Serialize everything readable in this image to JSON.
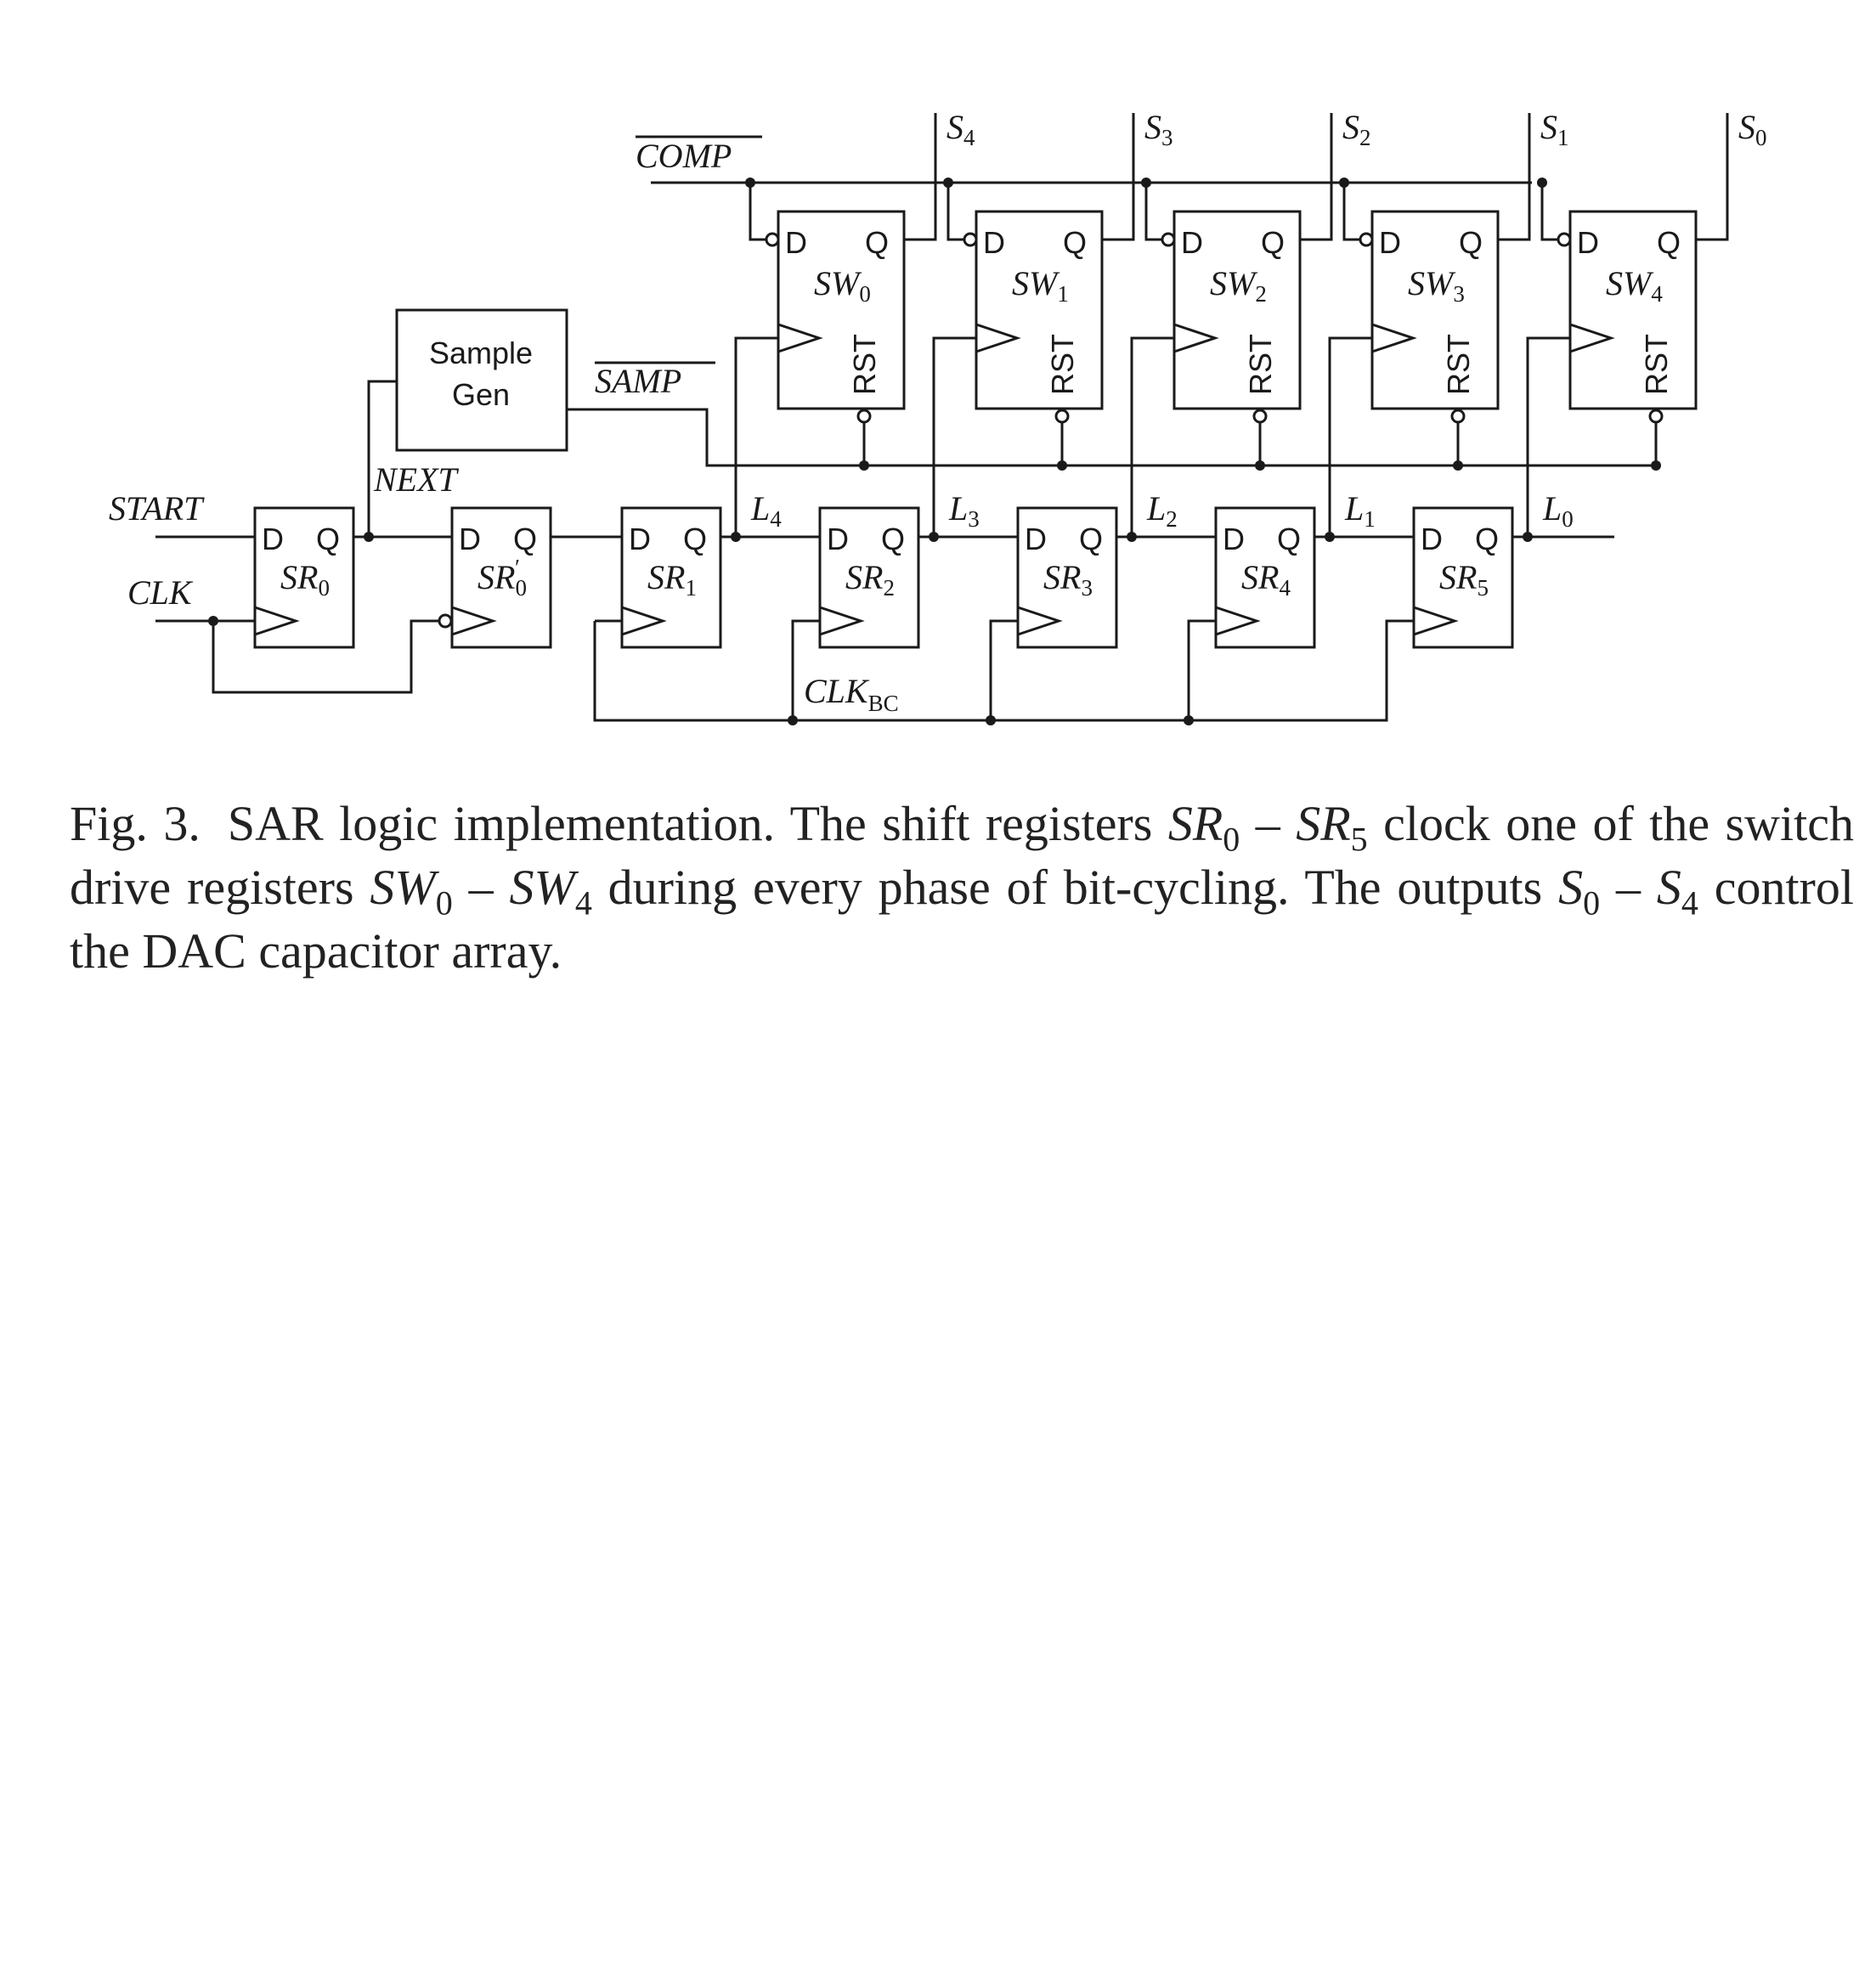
{
  "diagram": {
    "inputs": {
      "start": "START",
      "clk": "CLK",
      "comp_bar": "COMP"
    },
    "sample_gen": {
      "line1": "Sample",
      "line2": "Gen"
    },
    "signals": {
      "samp_bar": "SAMP",
      "next": "NEXT",
      "clk_bc_main": "CLK",
      "clk_bc_sub": "BC"
    },
    "pin_labels": {
      "d": "D",
      "q": "Q",
      "rst": "RST"
    },
    "shift_registers": [
      {
        "main": "SR",
        "sub": "0",
        "prime": false
      },
      {
        "main": "SR",
        "sub": "0",
        "prime": true
      },
      {
        "main": "SR",
        "sub": "1",
        "prime": false
      },
      {
        "main": "SR",
        "sub": "2",
        "prime": false
      },
      {
        "main": "SR",
        "sub": "3",
        "prime": false
      },
      {
        "main": "SR",
        "sub": "4",
        "prime": false
      },
      {
        "main": "SR",
        "sub": "5",
        "prime": false
      }
    ],
    "switch_registers": [
      {
        "main": "SW",
        "sub": "0"
      },
      {
        "main": "SW",
        "sub": "1"
      },
      {
        "main": "SW",
        "sub": "2"
      },
      {
        "main": "SW",
        "sub": "3"
      },
      {
        "main": "SW",
        "sub": "4"
      }
    ],
    "outputs": [
      {
        "main": "S",
        "sub": "4"
      },
      {
        "main": "S",
        "sub": "3"
      },
      {
        "main": "S",
        "sub": "2"
      },
      {
        "main": "S",
        "sub": "1"
      },
      {
        "main": "S",
        "sub": "0"
      }
    ],
    "l_nets": [
      {
        "main": "L",
        "sub": "4"
      },
      {
        "main": "L",
        "sub": "3"
      },
      {
        "main": "L",
        "sub": "2"
      },
      {
        "main": "L",
        "sub": "1"
      },
      {
        "main": "L",
        "sub": "0"
      }
    ]
  },
  "caption": {
    "label": "Fig. 3.",
    "t1": "SAR logic implementation. The shift registers ",
    "m1": "SR",
    "m1s": "0",
    "t2": " – ",
    "m2": "SR",
    "m2s": "5",
    "t3": " clock one of the switch drive registers ",
    "m3": "SW",
    "m3s": "0",
    "t4": " – ",
    "m4": "SW",
    "m4s": "4",
    "t5": " during every phase of bit-cycling. The outputs ",
    "m5": "S",
    "m5s": "0",
    "t6": " – ",
    "m6": "S",
    "m6s": "4",
    "t7": " control the DAC capacitor array."
  }
}
